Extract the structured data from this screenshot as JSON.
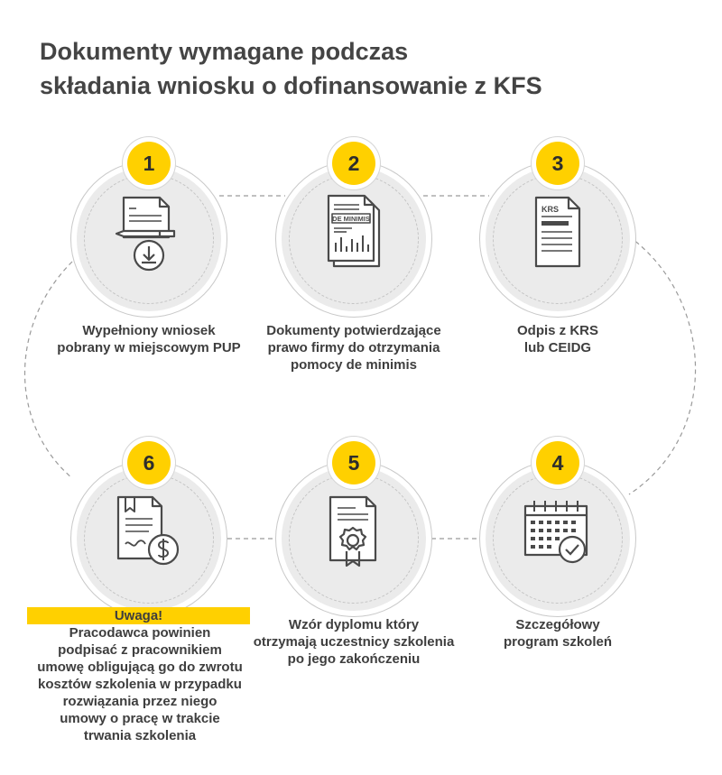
{
  "header": {
    "title_line1": "Dokumenty wymagane podczas",
    "title_line2": "składania wniosku o dofinansowanie z KFS"
  },
  "steps": [
    {
      "number": "1",
      "icon": "application-form-icon",
      "lines": [
        "Wypełniony wniosek",
        "pobrany w miejscowym PUP"
      ]
    },
    {
      "number": "2",
      "icon": "de-minimis-document-icon",
      "icon_text": "DE MINIMIS",
      "lines": [
        "Dokumenty potwierdzające",
        "prawo firmy do otrzymania",
        "pomocy de minimis"
      ]
    },
    {
      "number": "3",
      "icon": "krs-document-icon",
      "icon_text": "KRS",
      "lines": [
        "Odpis z KRS",
        "lub CEIDG"
      ]
    },
    {
      "number": "4",
      "icon": "calendar-check-icon",
      "lines": [
        "Szczegółowy",
        "program szkoleń"
      ]
    },
    {
      "number": "5",
      "icon": "diploma-certificate-icon",
      "lines": [
        "Wzór dyplomu który",
        "otrzymają uczestnicy szkolenia",
        "po jego zakończeniu"
      ]
    },
    {
      "number": "6",
      "icon": "contract-dollar-icon",
      "lines": []
    }
  ],
  "note": {
    "highlight": "Uwaga!",
    "line1": "Pracodawca powinien",
    "lines": [
      "podpisać z pracownikiem",
      "umowę obligującą go do zwrotu",
      "kosztów szkolenia w przypadku",
      "rozwiązania przez niego",
      "umowy o pracę w trakcie",
      "trwania szkolenia"
    ]
  },
  "colors": {
    "accent": "#ffd000",
    "circle": "#ebebeb",
    "icon_stroke": "#4a4a4a",
    "text": "#3e3e3e"
  }
}
